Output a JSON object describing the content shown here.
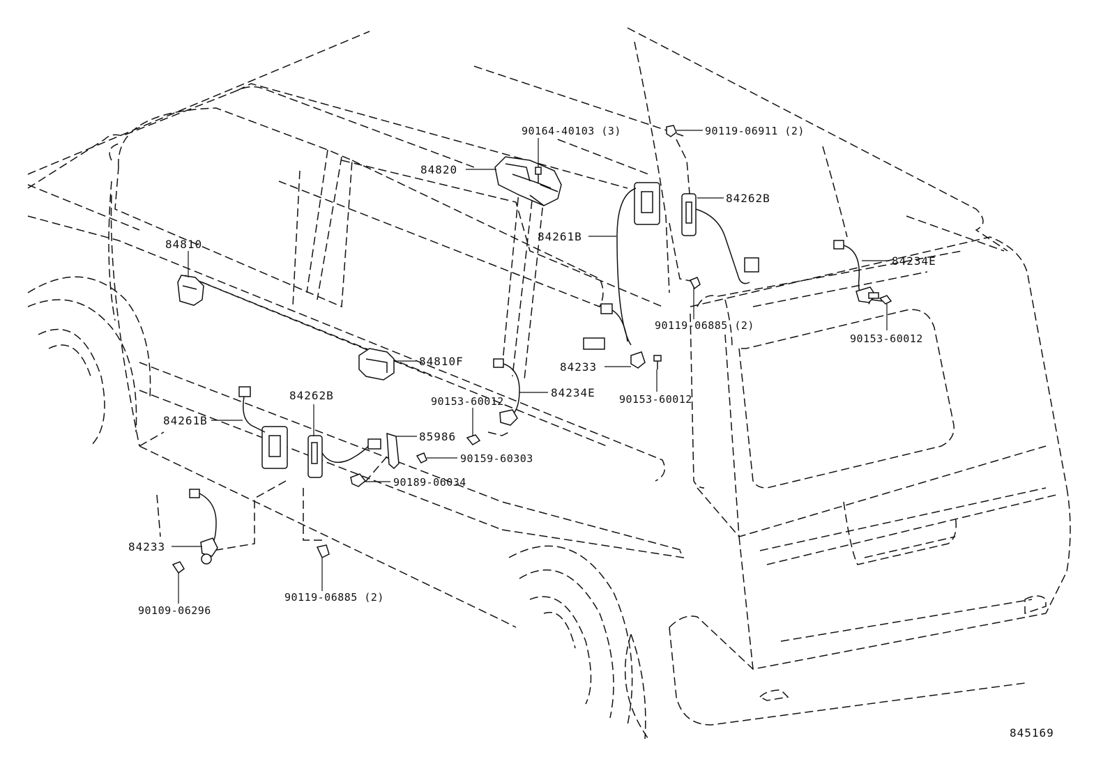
{
  "diagram": {
    "drawing_number": "845169",
    "labels": {
      "p84820": "84820",
      "p90164": "90164-40103 (3)",
      "p90119_06911": "90119-06911 (2)",
      "p84262B_top": "84262B",
      "p84261B_top": "84261B",
      "p84810": "84810",
      "p84234E_right": "84234E",
      "p90119_06885_mid": "90119-06885 (2)",
      "p90153_60012_right": "90153-60012",
      "p84233_mid": "84233",
      "p90153_60012_mid": "90153-60012",
      "p84810F": "84810F",
      "p84262B_left": "84262B",
      "p84234E_mid": "84234E",
      "p90153_60012_left": "90153-60012",
      "p84261B_left": "84261B",
      "p85986": "85986",
      "p90159_60303": "90159-60303",
      "p90189_06034": "90189-06034",
      "p84233_left": "84233",
      "p90109_06296": "90109-06296",
      "p90119_06885_bottom": "90119-06885 (2)"
    }
  }
}
